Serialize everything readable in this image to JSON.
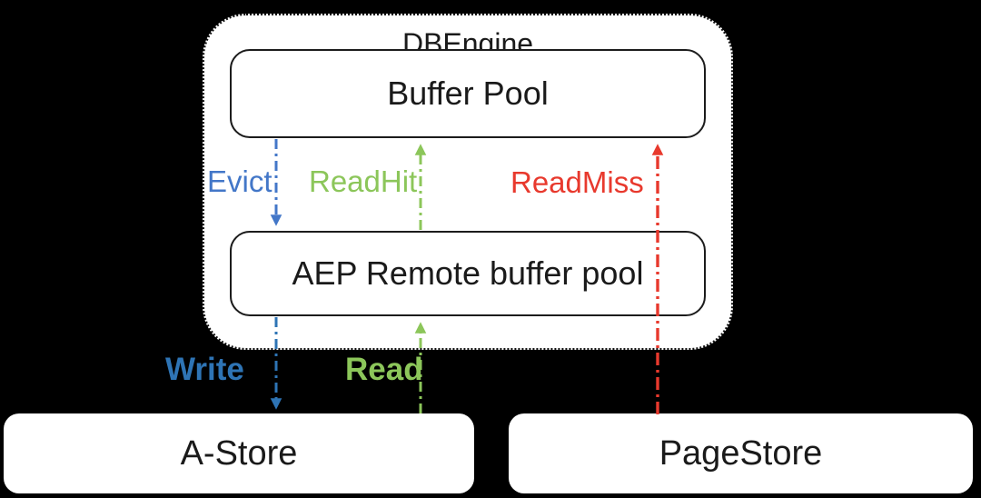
{
  "diagram": {
    "title": "DBEngine",
    "nodes": {
      "buffer_pool": {
        "label": "Buffer Pool"
      },
      "aep_pool": {
        "label": "AEP Remote buffer pool"
      },
      "a_store": {
        "label": "A-Store"
      },
      "page_store": {
        "label": "PageStore"
      }
    },
    "edges": {
      "evict": {
        "label": "Evict",
        "color": "#4377C8",
        "from": "buffer_pool",
        "to": "aep_pool",
        "direction": "down",
        "style": "dash-dot"
      },
      "read_hit": {
        "label": "ReadHit",
        "color": "#8CC65A",
        "from": "aep_pool",
        "to": "buffer_pool",
        "direction": "up",
        "style": "dash-dot"
      },
      "read_miss": {
        "label": "ReadMiss",
        "color": "#E8392D",
        "from": "page_store",
        "to": "buffer_pool",
        "direction": "up",
        "style": "dash-dot"
      },
      "write": {
        "label": "Write",
        "color": "#2E74B5",
        "from": "aep_pool",
        "to": "a_store",
        "direction": "down",
        "style": "dash-dot"
      },
      "read": {
        "label": "Read",
        "color": "#8CC65A",
        "from": "a_store",
        "to": "aep_pool",
        "direction": "up",
        "style": "dash-dot"
      }
    },
    "colors": {
      "background": "#000000",
      "node_fill": "#FFFFFF",
      "node_border": "#1C1C1C",
      "container_fill": "#FFFFFF",
      "container_border": "#111111",
      "text": "#1A1A1A"
    }
  }
}
